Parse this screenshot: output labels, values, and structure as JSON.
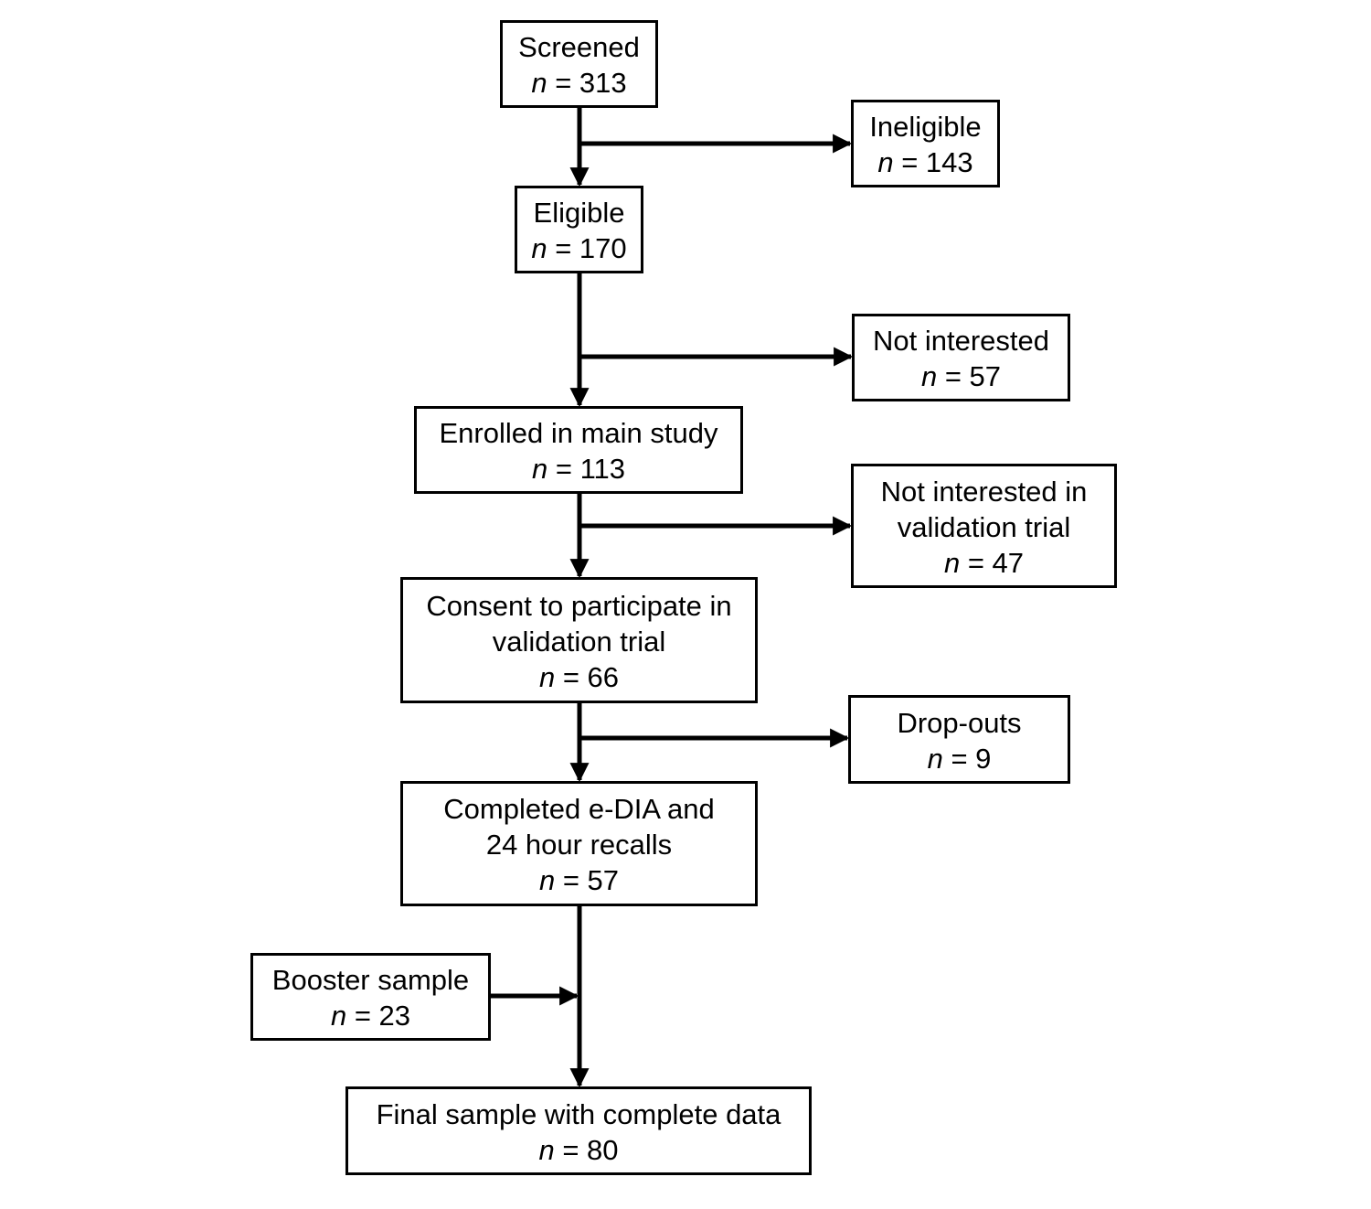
{
  "colors": {
    "stroke": "#000000",
    "background": "#ffffff"
  },
  "n_symbol": "n",
  "nodes": {
    "screened": {
      "lines": [
        "Screened"
      ],
      "count": "= 313"
    },
    "ineligible": {
      "lines": [
        "Ineligible"
      ],
      "count": "= 143"
    },
    "eligible": {
      "lines": [
        "Eligible"
      ],
      "count": "= 170"
    },
    "not_interested": {
      "lines": [
        "Not interested"
      ],
      "count": "= 57"
    },
    "enrolled": {
      "lines": [
        "Enrolled in main study"
      ],
      "count": "= 113"
    },
    "not_interested_validation": {
      "lines": [
        "Not interested in",
        "validation trial"
      ],
      "count": "= 47"
    },
    "consent": {
      "lines": [
        "Consent to participate in",
        "validation trial"
      ],
      "count": "= 66"
    },
    "dropouts": {
      "lines": [
        "Drop-outs"
      ],
      "count": "= 9"
    },
    "completed": {
      "lines": [
        "Completed e-DIA and",
        "24 hour recalls"
      ],
      "count": "= 57"
    },
    "booster": {
      "lines": [
        "Booster sample"
      ],
      "count": "= 23"
    },
    "final": {
      "lines": [
        "Final sample with complete data"
      ],
      "count": "= 80"
    }
  }
}
